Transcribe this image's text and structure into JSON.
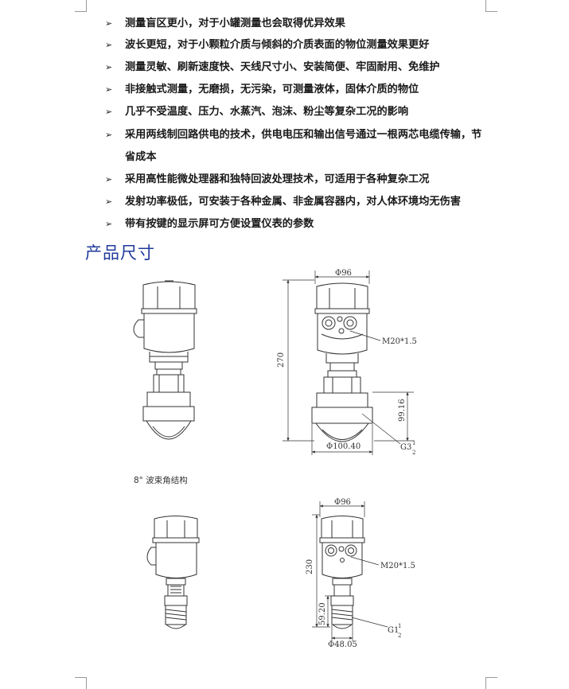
{
  "bullets": [
    "测量盲区更小，对于小罐测量也会取得优异效果",
    "波长更短，对于小颗粒介质与倾斜的介质表面的物位测量效果更好",
    "测量灵敏、刷新速度快、天线尺寸小、安装简便、牢固耐用、免维护",
    "非接触式测量，无磨损，无污染，可测量液体，固体介质的物位",
    "几乎不受温度、压力、水蒸汽、泡沫、粉尘等复杂工况的影响",
    "采用两线制回路供电的技术，供电电压和输出信号通过一根两芯电缆传输，节",
    "省成本",
    "采用高性能微处理器和独特回波处理技术，可适用于各种复杂工况",
    "发射功率极低，可安装于各种金属、非金属容器内，对人体环境均无伤害",
    "带有按键的显示屏可方便设置仪表的参数"
  ],
  "heading": "产品尺寸",
  "caption": "8° 波束角结构",
  "drawing1": {
    "top_width": "Φ96",
    "height": "270",
    "thread": "M20*1.5",
    "lower": "99.16",
    "flange": "Φ100.40",
    "g_label": "G3",
    "g_num": "1",
    "g_den": "2"
  },
  "drawing2": {
    "top_width": "Φ96",
    "height": "230",
    "thread": "M20*1.5",
    "lower": "59.20",
    "base": "Φ48.05",
    "g_label": "G1",
    "g_num": "1",
    "g_den": "2"
  }
}
